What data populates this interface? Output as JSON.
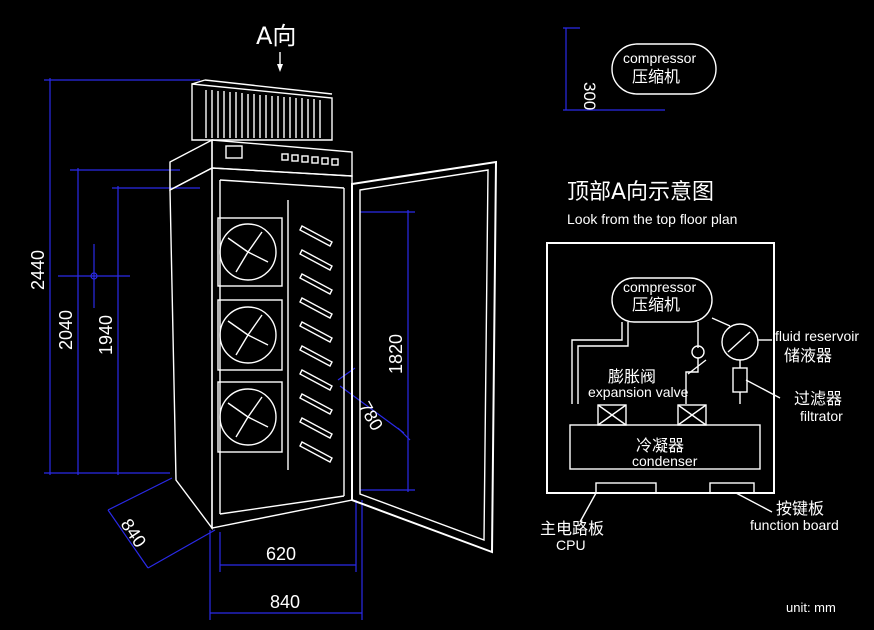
{
  "view_label": "A向",
  "top_title": "顶部A向示意图",
  "top_subtitle": "Look from the top floor plan",
  "compressor": {
    "en": "compressor",
    "zh": "压缩机"
  },
  "fluid_reservoir": {
    "en": "fluid reservoir",
    "zh": "储液器"
  },
  "expansion_valve": {
    "en": "expansion valve",
    "zh": "膨胀阀"
  },
  "filtrator": {
    "en": "filtrator",
    "zh": "过滤器"
  },
  "condenser": {
    "en": "condenser",
    "zh": "冷凝器"
  },
  "cpu": {
    "en": "CPU",
    "zh": "主电路板"
  },
  "function_board": {
    "en": "function board",
    "zh": "按键板"
  },
  "dims": {
    "d300": "300",
    "d2440": "2440",
    "d2040": "2040",
    "d1940": "1940",
    "d1820": "1820",
    "d780": "780",
    "d840_side": "840",
    "d620": "620",
    "d840_front": "840"
  },
  "unit_note": "unit: mm",
  "colors": {
    "line": "#ffffff",
    "dimension": "#2a2ae8",
    "background": "#000000"
  }
}
